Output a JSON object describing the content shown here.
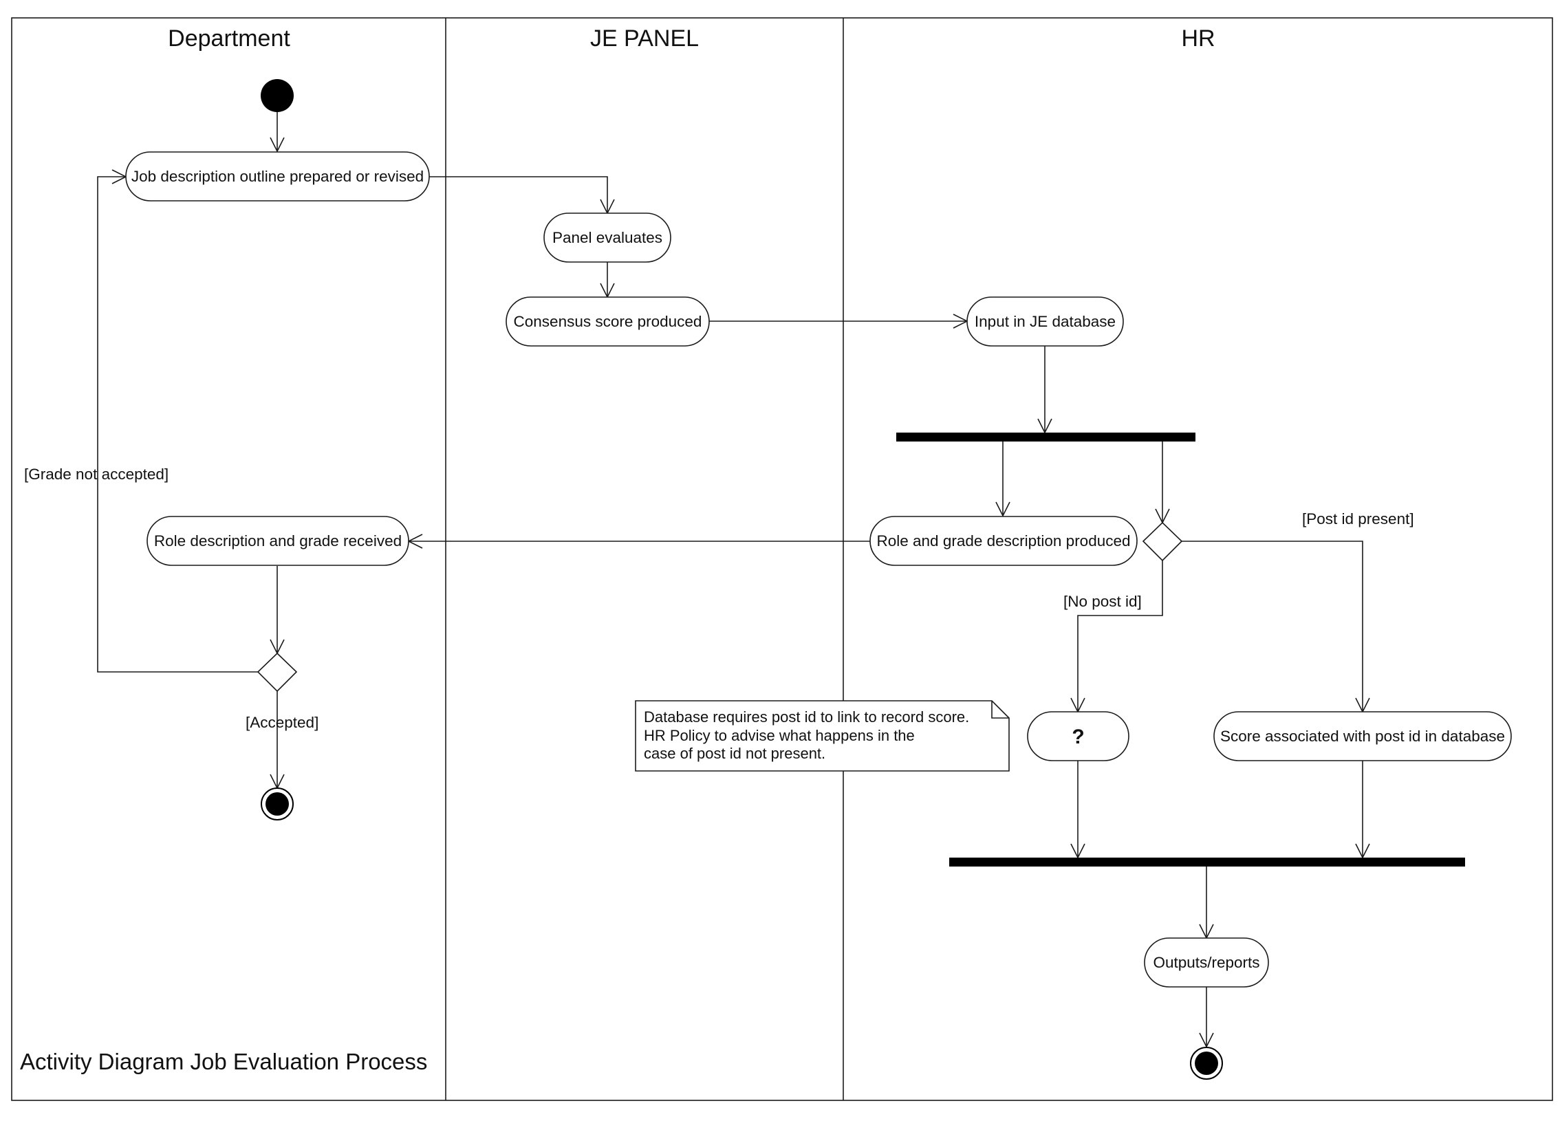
{
  "lanes": {
    "department": "Department",
    "je_panel": "JE PANEL",
    "hr": "HR"
  },
  "activities": {
    "job_description": "Job description outline prepared or revised",
    "panel_evaluates": "Panel evaluates",
    "consensus_score": "Consensus score produced",
    "input_je_database": "Input in JE database",
    "role_grade_produced": "Role and grade description produced",
    "role_grade_received": "Role description and grade received",
    "unknown_action": "?",
    "score_associated": "Score associated with post id in database",
    "outputs_reports": "Outputs/reports"
  },
  "guards": {
    "grade_not_accepted": "[Grade not accepted]",
    "accepted": "[Accepted]",
    "post_id_present": "[Post id present]",
    "no_post_id": "[No post id]"
  },
  "note": {
    "line1": "Database requires post id to link to record score.",
    "line2": "HR Policy to advise what happens in the",
    "line3": "case of post id not present."
  },
  "caption": "Activity Diagram Job Evaluation Process"
}
